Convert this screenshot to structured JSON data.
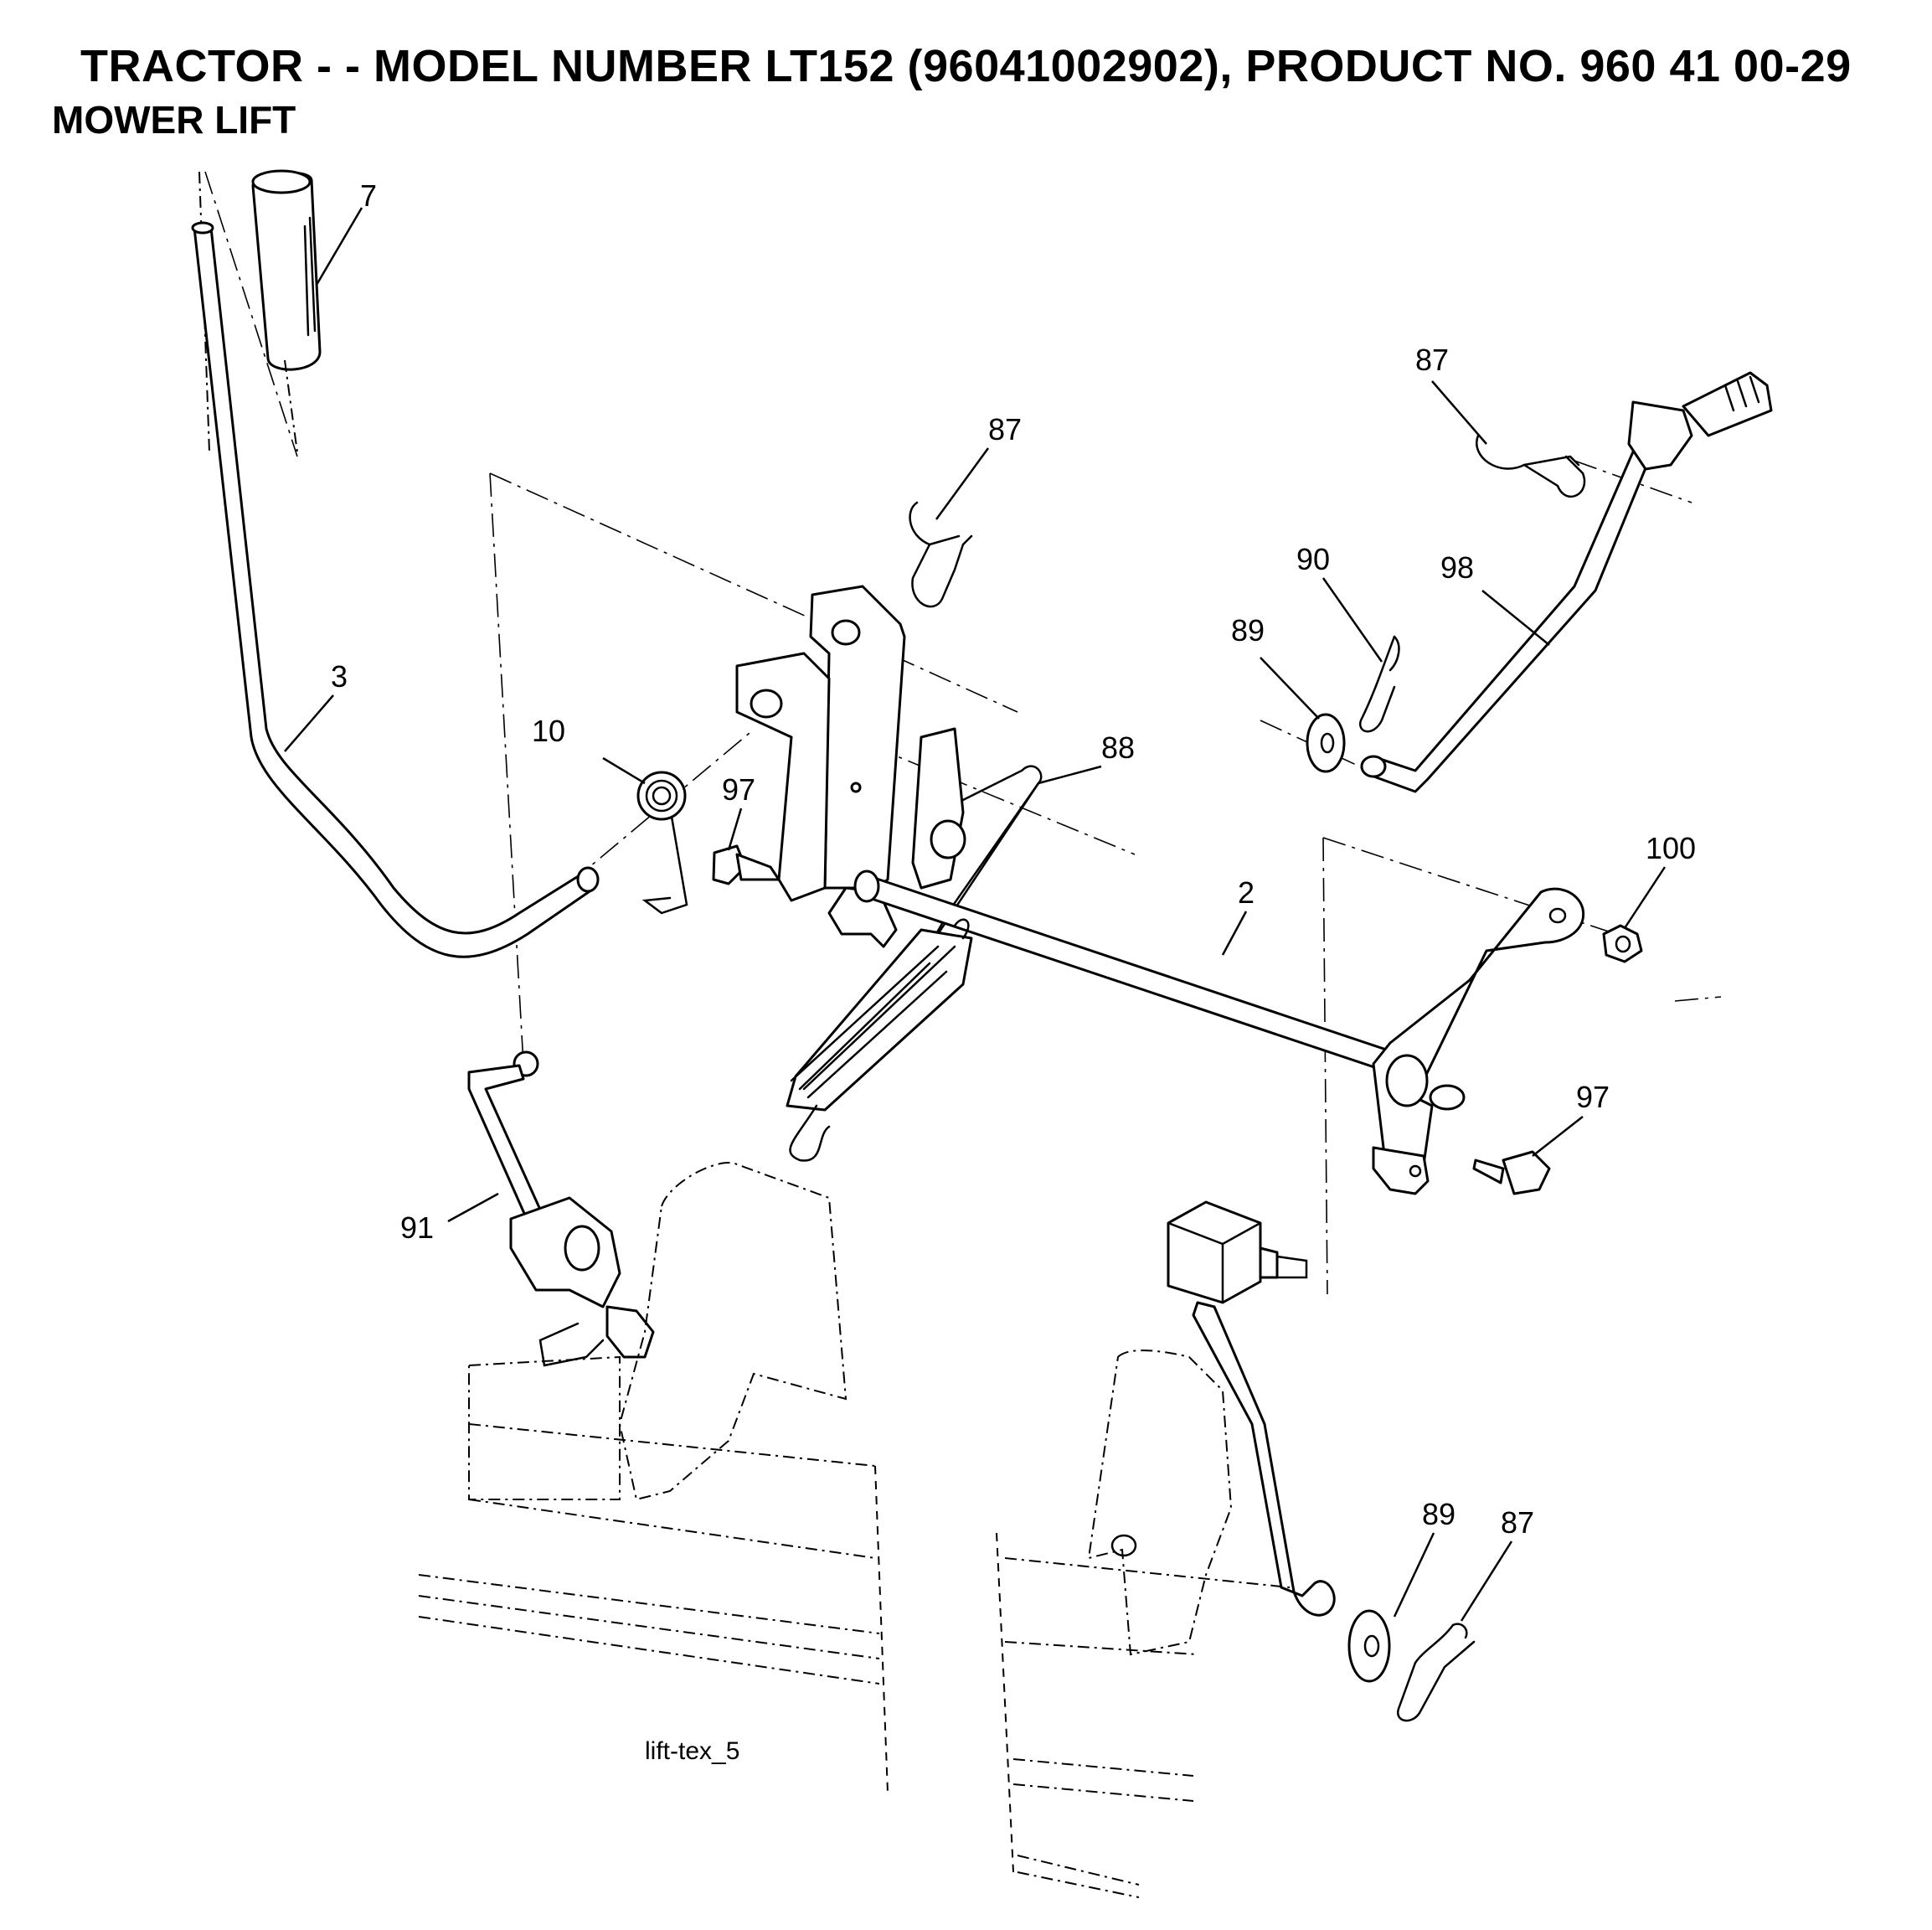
{
  "header": {
    "title": "TRACTOR - - MODEL NUMBER LT152 (96041002902), PRODUCT NO. 960 41 00-29",
    "subtitle": "MOWER LIFT"
  },
  "diagram": {
    "caption": "lift-tex_5",
    "callouts": {
      "p7": "7",
      "p3": "3",
      "p10": "10",
      "p97a": "97",
      "p87a": "87",
      "p88": "88",
      "p87b": "87",
      "p90": "90",
      "p89a": "89",
      "p98": "98",
      "p2": "2",
      "p100": "100",
      "p97b": "97",
      "p91": "91",
      "p89b": "89",
      "p87c": "87"
    }
  }
}
